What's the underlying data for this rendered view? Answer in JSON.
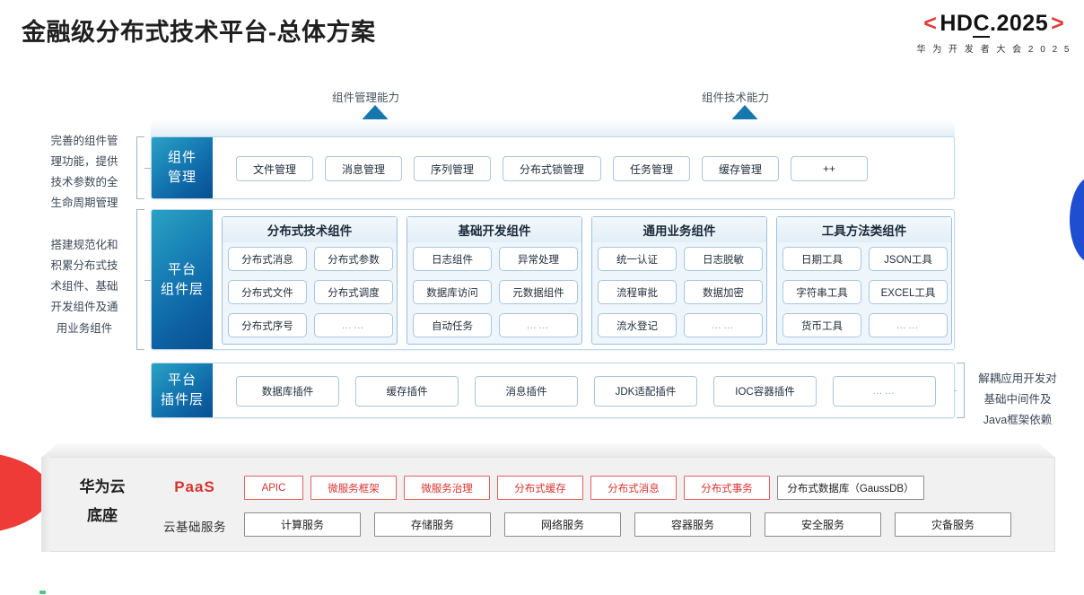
{
  "header": {
    "title": "金融级分布式技术平台-总体方案",
    "logo_open_bracket": "<",
    "logo_main": "HDC.2025",
    "logo_close_bracket": ">",
    "logo_sub": "华 为 开 发 者 大 会 2 0 2 5"
  },
  "callouts": [
    {
      "label": "组件管理能力"
    },
    {
      "label": "组件技术能力"
    }
  ],
  "side_notes": {
    "left_top": "完善的组件管\n理功能，提供\n技术参数的全\n生命周期管理",
    "left_mid": "搭建规范化和\n积累分布式技\n术组件、基础\n开发组件及通\n用业务组件",
    "right": "解耦应用开发对\n基础中间件及\nJava框架依赖"
  },
  "rows": {
    "management": {
      "label": "组件\n管理",
      "items": [
        "文件管理",
        "消息管理",
        "序列管理",
        "分布式锁管理",
        "任务管理",
        "缓存管理",
        "++"
      ]
    },
    "component_layer": {
      "label": "平台\n组件层",
      "groups": [
        {
          "title": "分布式技术组件",
          "items": [
            "分布式消息",
            "分布式参数",
            "分布式文件",
            "分布式调度",
            "分布式序号",
            "……"
          ]
        },
        {
          "title": "基础开发组件",
          "items": [
            "日志组件",
            "异常处理",
            "数据库访问",
            "元数据组件",
            "自动任务",
            "……"
          ]
        },
        {
          "title": "通用业务组件",
          "items": [
            "统一认证",
            "日志脱敏",
            "流程审批",
            "数据加密",
            "流水登记",
            "……"
          ]
        },
        {
          "title": "工具方法类组件",
          "items": [
            "日期工具",
            "JSON工具",
            "字符串工具",
            "EXCEL工具",
            "货币工具",
            "……"
          ]
        }
      ]
    },
    "plugin_layer": {
      "label": "平台\n插件层",
      "items": [
        "数据库插件",
        "缓存插件",
        "消息插件",
        "JDK适配插件",
        "IOC容器插件",
        "……"
      ]
    }
  },
  "base": {
    "title": "华为云\n底座",
    "paas_label": "PaaS",
    "cloud_label": "云基础服务",
    "paas_items": [
      {
        "text": "APIC",
        "style": "red"
      },
      {
        "text": "微服务框架",
        "style": "red"
      },
      {
        "text": "微服务治理",
        "style": "red"
      },
      {
        "text": "分布式缓存",
        "style": "red"
      },
      {
        "text": "分布式消息",
        "style": "red"
      },
      {
        "text": "分布式事务",
        "style": "red"
      },
      {
        "text": "分布式数据库（GaussDB）",
        "style": "gray"
      }
    ],
    "cloud_items": [
      "计算服务",
      "存储服务",
      "网络服务",
      "容器服务",
      "安全服务",
      "灾备服务"
    ]
  },
  "colors": {
    "brand_red": "#e4393c",
    "paas_red": "#d6342f",
    "panel_blue_light": "#2aa2c4",
    "panel_blue_dark": "#09508f",
    "arrow_blue": "#1577ad",
    "accent_blue": "#1f4fd0"
  }
}
